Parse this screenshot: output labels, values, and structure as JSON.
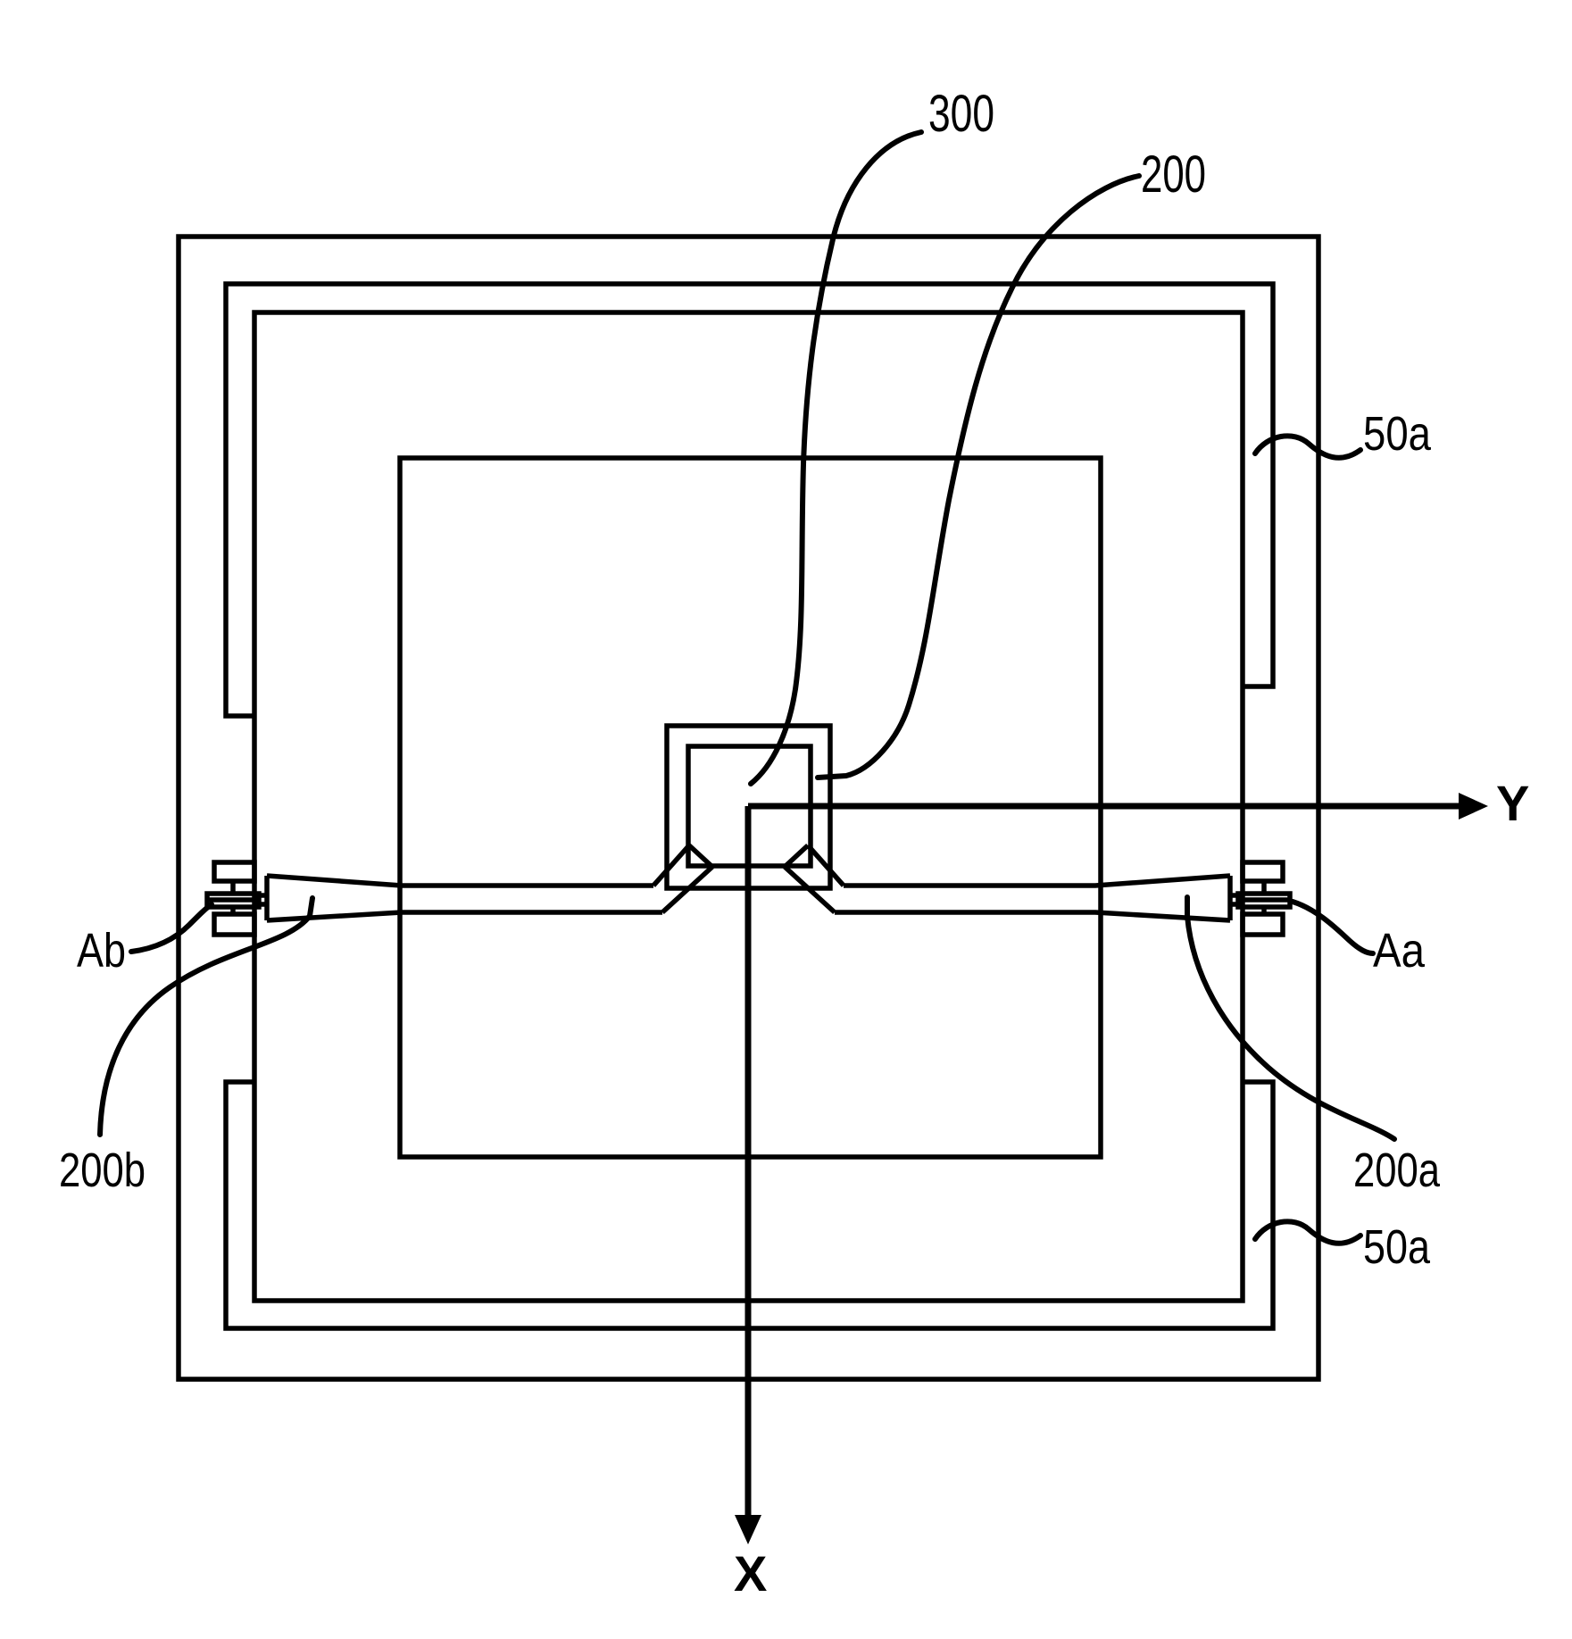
{
  "figure": {
    "background_color": "#ffffff",
    "line_color": "#000000",
    "labels": {
      "ref_300": "300",
      "ref_200": "200",
      "ref_50a_top": "50a",
      "ref_50a_bottom": "50a",
      "ref_Aa": "Aa",
      "ref_Ab": "Ab",
      "ref_200a": "200a",
      "ref_200b": "200b"
    },
    "axes": {
      "horizontal": "Y",
      "vertical": "X"
    }
  }
}
